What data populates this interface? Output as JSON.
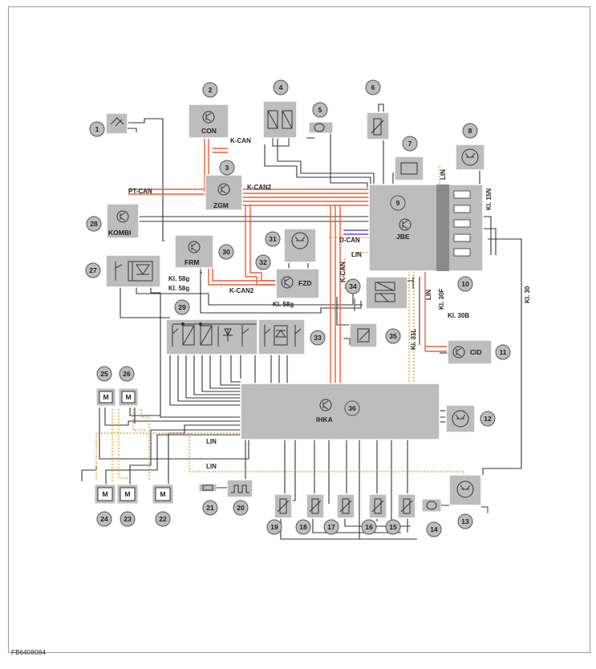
{
  "figure_id": "FB6408084",
  "callouts": [
    "1",
    "2",
    "3",
    "4",
    "5",
    "6",
    "7",
    "8",
    "9",
    "10",
    "11",
    "12",
    "13",
    "14",
    "15",
    "16",
    "17",
    "18",
    "19",
    "20",
    "21",
    "22",
    "23",
    "24",
    "25",
    "26",
    "27",
    "28",
    "29",
    "30",
    "31",
    "32",
    "33",
    "34",
    "35",
    "36"
  ],
  "modules": {
    "con": "CON",
    "zgm": "ZGM",
    "kombi": "KOMBI",
    "frm": "FRM",
    "fzd": "FZD",
    "jbe": "JBE",
    "cid": "CID",
    "ihka": "IHKA",
    "motor": "M"
  },
  "wires": {
    "k_can": "K-CAN",
    "k_can2": "K-CAN2",
    "pt_can": "PT-CAN",
    "d_can": "D-CAN",
    "lin": "LIN",
    "kl_58g": "Kl. 58g",
    "kl_15n": "Kl. 15N",
    "kl_30f": "Kl. 30F",
    "kl_30b": "Kl. 30B",
    "kl_30": "Kl. 30",
    "kl_31l": "Kl. 31L"
  },
  "colors": {
    "can_bus": "#e8613a",
    "lin_bus": "#e8941f",
    "d_can": "#6a4fc1",
    "module_fill": "#bdbdbd",
    "wire": "#333333"
  }
}
